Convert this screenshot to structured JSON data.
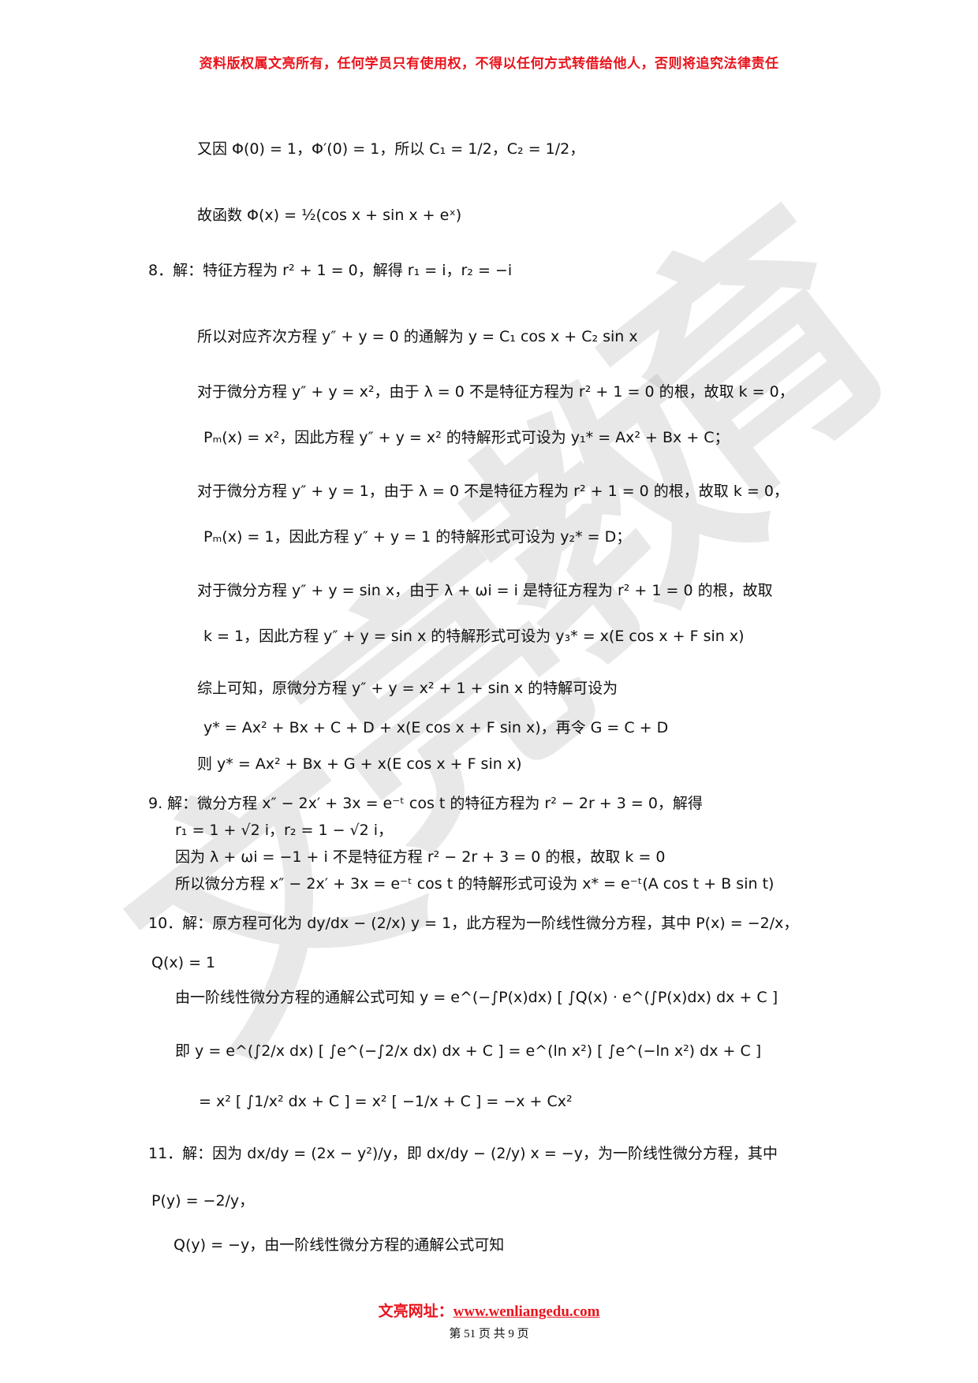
{
  "header": {
    "notice": "资料版权属文亮所有，任何学员只有使用权，不得以任何方式转借给他人，否则将追究法律责任"
  },
  "watermark": {
    "text": "文亮教育"
  },
  "lines": [
    {
      "text": "又因 Φ(0) = 1，Φ′(0) = 1，所以 C₁ = 1/2，C₂ = 1/2，",
      "style": "body"
    },
    {
      "text": "故函数 Φ(x) = ½(cos x + sin x + eˣ)",
      "style": "body"
    },
    {
      "text": "8．解：特征方程为 r² + 1 = 0，解得 r₁ = i，r₂ = −i",
      "style": "body"
    },
    {
      "text": "所以对应齐次方程 y″ + y = 0 的通解为 y = C₁ cos x + C₂ sin x",
      "style": "body"
    },
    {
      "text": "对于微分方程 y″ + y = x²，由于 λ = 0 不是特征方程为 r² + 1 = 0 的根，故取 k = 0，",
      "style": "body"
    },
    {
      "text": "Pₘ(x) = x²，因此方程 y″ + y = x² 的特解形式可设为 y₁* = Ax² + Bx + C；",
      "style": "body"
    },
    {
      "text": "对于微分方程 y″ + y = 1，由于 λ = 0 不是特征方程为 r² + 1 = 0 的根，故取 k = 0，",
      "style": "body"
    },
    {
      "text": "Pₘ(x) = 1，因此方程 y″ + y = 1 的特解形式可设为 y₂* = D；",
      "style": "body"
    },
    {
      "text": "对于微分方程 y″ + y = sin x，由于 λ + ωi = i 是特征方程为 r² + 1 = 0 的根，故取",
      "style": "body"
    },
    {
      "text": "k = 1，因此方程 y″ + y = sin x 的特解形式可设为 y₃* = x(E cos x + F sin x)",
      "style": "body"
    },
    {
      "text": "综上可知，原微分方程 y″ + y = x² + 1 + sin x 的特解可设为",
      "style": "body"
    },
    {
      "text": "y* = Ax² + Bx + C + D + x(E cos x + F sin x)，再令 G = C + D",
      "style": "body"
    },
    {
      "text": "则 y* = Ax² + Bx + G + x(E cos x + F sin x)",
      "style": "body"
    },
    {
      "text": "9. 解：微分方程 x″ − 2x′ + 3x = e⁻ᵗ cos t 的特征方程为 r² − 2r + 3 = 0，解得",
      "style": "body"
    },
    {
      "text": "r₁ = 1 + √2 i，r₂ = 1 − √2 i，",
      "style": "body"
    },
    {
      "text": "因为 λ + ωi = −1 + i 不是特征方程 r² − 2r + 3 = 0 的根，故取 k = 0",
      "style": "body"
    },
    {
      "text": "所以微分方程 x″ − 2x′ + 3x = e⁻ᵗ cos t 的特解形式可设为 x* = e⁻ᵗ(A cos t + B sin t)",
      "style": "body"
    },
    {
      "text": "10．解：原方程可化为 dy/dx − (2/x) y = 1，此方程为一阶线性微分方程，其中 P(x) = −2/x，",
      "style": "body"
    },
    {
      "text": "Q(x) = 1",
      "style": "body"
    },
    {
      "text": "由一阶线性微分方程的通解公式可知 y = e^(−∫P(x)dx) [ ∫Q(x) · e^(∫P(x)dx) dx + C ]",
      "style": "body"
    },
    {
      "text": "即 y = e^(∫2/x dx) [ ∫e^(−∫2/x dx) dx + C ] = e^(ln x²) [ ∫e^(−ln x²) dx + C ]",
      "style": "body"
    },
    {
      "text": "= x² [ ∫1/x² dx + C ] = x² [ −1/x + C ] = −x + Cx²",
      "style": "body"
    },
    {
      "text": "11．解：因为 dx/dy = (2x − y²)/y，即 dx/dy − (2/y) x = −y，为一阶线性微分方程，其中",
      "style": "body"
    },
    {
      "text": "P(y) = −2/y，",
      "style": "body"
    },
    {
      "text": "Q(y) = −y，由一阶线性微分方程的通解公式可知",
      "style": "body"
    }
  ],
  "footer": {
    "site_label": "文亮网址：",
    "site_url": "www.wenliangedu.com",
    "page_info": "第 51 页 共 9 页"
  }
}
